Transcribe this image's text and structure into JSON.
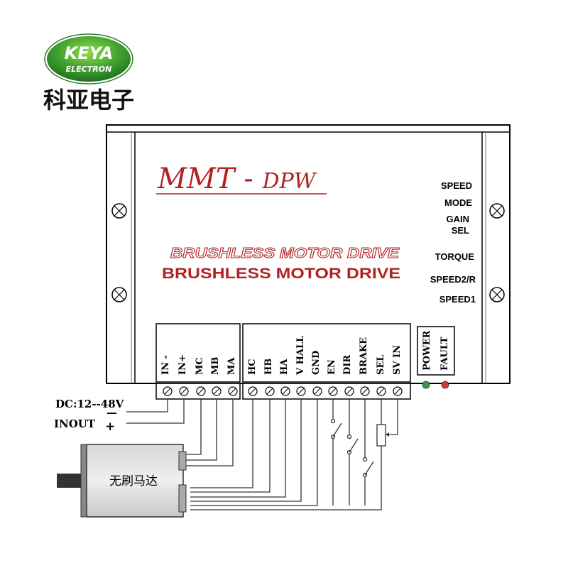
{
  "brand": {
    "logo_main": "KEYA",
    "logo_sub": "ELECTRON",
    "chinese_name": "科亚电子",
    "colors": {
      "logo_green": "#2e8b2e",
      "logo_light": "#7fcf3f"
    }
  },
  "drive": {
    "model_main": "MMT - ",
    "model_sub": "DPW",
    "title_outline": "BRUSHLESS MOTOR DRIVE",
    "title": "BRUSHLESS MOTOR DRIVE",
    "colors": {
      "title_red": "#b22222"
    },
    "side_labels": [
      "SPEED",
      "MODE",
      "GAIN",
      "SEL",
      "TORQUE",
      "SPEED2/R",
      "SPEED1"
    ],
    "left_terminals": [
      "IN -",
      "IN+",
      "MC",
      "MB",
      "MA"
    ],
    "right_terminals": [
      "HC",
      "HB",
      "HA",
      "V HALL",
      "GND",
      "EN",
      "DIR",
      "BRAKE",
      "SEL",
      "SV IN"
    ],
    "indicators": [
      "POWER",
      "FAULT"
    ]
  },
  "wiring": {
    "dc_label": "DC:12--48V",
    "dc_minus": "—",
    "inout_label": "INOUT",
    "dc_plus": "+"
  },
  "motor": {
    "label": "无刷马达"
  }
}
